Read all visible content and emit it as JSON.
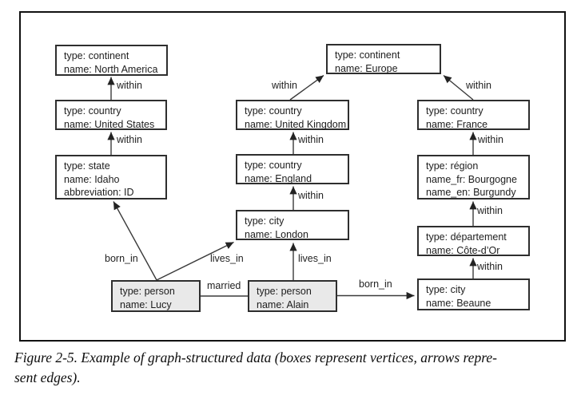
{
  "caption": {
    "line1": "Figure 2-5. Example of graph-structured data (boxes represent vertices, arrows repre-",
    "line2": "sent edges)."
  },
  "colors": {
    "box_border": "#2e2e2e",
    "frame_border": "#111111",
    "person_fill": "#e9e9e9",
    "node_fill": "#ffffff",
    "edge_stroke": "#3a3a3a",
    "text": "#1d1d1d"
  },
  "chart_data": {
    "type": "graph",
    "title": "Example of graph-structured data",
    "vertex_count": 13,
    "edge_count": 14
  },
  "nodes": [
    {
      "id": "north-america",
      "lines": [
        "type: continent",
        "name: North America"
      ]
    },
    {
      "id": "united-states",
      "lines": [
        "type: country",
        "name: United States"
      ]
    },
    {
      "id": "idaho",
      "lines": [
        "type: state",
        "name: Idaho",
        "abbreviation: ID"
      ]
    },
    {
      "id": "europe",
      "lines": [
        "type: continent",
        "name: Europe"
      ]
    },
    {
      "id": "united-kingdom",
      "lines": [
        "type: country",
        "name: United Kingdom"
      ]
    },
    {
      "id": "england",
      "lines": [
        "type: country",
        "name: England"
      ]
    },
    {
      "id": "london",
      "lines": [
        "type: city",
        "name: London"
      ]
    },
    {
      "id": "france",
      "lines": [
        "type: country",
        "name: France"
      ]
    },
    {
      "id": "bourgogne",
      "lines": [
        "type: région",
        "name_fr: Bourgogne",
        "name_en: Burgundy"
      ]
    },
    {
      "id": "cote-dor",
      "lines": [
        "type: département",
        "name: Côte-d’Or"
      ]
    },
    {
      "id": "beaune",
      "lines": [
        "type: city",
        "name: Beaune"
      ]
    },
    {
      "id": "lucy",
      "lines": [
        "type: person",
        "name: Lucy"
      ]
    },
    {
      "id": "alain",
      "lines": [
        "type: person",
        "name: Alain"
      ]
    }
  ],
  "edges": [
    {
      "label": "within",
      "from": "united-states",
      "to": "north-america"
    },
    {
      "label": "within",
      "from": "idaho",
      "to": "united-states"
    },
    {
      "label": "within",
      "from": "united-kingdom",
      "to": "europe"
    },
    {
      "label": "within",
      "from": "france",
      "to": "europe"
    },
    {
      "label": "within",
      "from": "england",
      "to": "united-kingdom"
    },
    {
      "label": "within",
      "from": "london",
      "to": "england"
    },
    {
      "label": "within",
      "from": "bourgogne",
      "to": "france"
    },
    {
      "label": "within",
      "from": "cote-dor",
      "to": "bourgogne"
    },
    {
      "label": "within",
      "from": "beaune",
      "to": "cote-dor"
    },
    {
      "label": "born_in",
      "from": "lucy",
      "to": "idaho"
    },
    {
      "label": "lives_in",
      "from": "lucy",
      "to": "london"
    },
    {
      "label": "married",
      "from": "lucy",
      "to": "alain"
    },
    {
      "label": "lives_in",
      "from": "alain",
      "to": "london"
    },
    {
      "label": "born_in",
      "from": "alain",
      "to": "beaune"
    }
  ]
}
